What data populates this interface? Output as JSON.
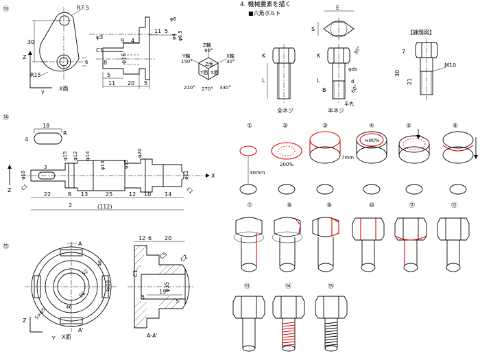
{
  "section": {
    "title": "4.  機械要素を描く",
    "subtitle": "■六角ボルト"
  },
  "bolt_views": {
    "full_thread_label": "全ネジ",
    "half_thread_label": "半ネジ",
    "assignment_label": "【課題図】",
    "dims": {
      "E": "E",
      "S": "S",
      "K": "K",
      "L": "L",
      "B": "B",
      "ds": "φds",
      "d": "d",
      "angle30": "30°",
      "angle60": "60°",
      "flat_end": "平先",
      "size7": "7",
      "size30": "30",
      "size21": "21",
      "m10": "M10"
    }
  },
  "steps": {
    "circled": [
      "①",
      "②",
      "③",
      "④",
      "⑤",
      "⑥",
      "⑦",
      "⑧",
      "⑨",
      "⑩",
      "⑪",
      "⑫",
      "⑬",
      "⑭",
      "⑮"
    ],
    "note_200": "200%",
    "note_80": "≒80%",
    "note_7mm": "7mm",
    "note_30mm": "30mm"
  },
  "fig13": {
    "number": "⑬",
    "labels": {
      "r75": "R7.5",
      "r15": "R15",
      "d30": "30",
      "d6": "6",
      "z": "Z",
      "y": "Y",
      "x_face": "X面",
      "phi3": "φ3",
      "c1": "C1",
      "phi16": "φ16",
      "phi6": "φ6",
      "phi4": "φ4",
      "phi65": "φ6.5",
      "d9": "9",
      "d4": "4",
      "d5": "5",
      "d11": "11",
      "d8": "8",
      "d5b": "5",
      "d11b": "11",
      "d20": "20",
      "d5c": "5"
    },
    "axis": {
      "z_axis": "Z軸",
      "z_deg": "90°",
      "y_axis": "Y軸",
      "y_deg": "150°",
      "x_axis": "X軸",
      "x_deg": "30°",
      "z_face": "Z面",
      "y_face": "Y面",
      "x_face": "X面",
      "d210": "210°",
      "d270": "270°",
      "d330": "330°"
    }
  },
  "fig14": {
    "number": "⑭",
    "labels": {
      "d18": "18",
      "d4": "4",
      "r": "R",
      "phi10": "φ10",
      "d3": "3",
      "c1a": "C1",
      "c1b": "C1",
      "phi15a": "φ15",
      "phi12a": "φ12",
      "phi14": "φ14",
      "phi13": "φ13",
      "phi15b": "φ15",
      "phi20": "φ20",
      "phi12b": "φ12",
      "s22": "22",
      "s8": "8",
      "s13": "13",
      "s25": "25",
      "s12": "12",
      "s10": "10",
      "s14": "14",
      "d2": "2",
      "total": "(112)",
      "x": "X",
      "z": "Z"
    }
  },
  "fig15": {
    "number": "⑮",
    "labels": {
      "a1": "A",
      "a2": "A'",
      "d46a": "46",
      "d46b": "46",
      "d52": "52",
      "d56": "56",
      "d4x10": "4x10",
      "s2": "S×φ5",
      "z": "Z",
      "y": "Y",
      "x_face": "X面",
      "s12": "12",
      "s6": "6",
      "s20": "20",
      "c5": "C5",
      "c2": "C2",
      "c1": "C1",
      "phi35": "φ35",
      "s19": "19",
      "s5a": "5",
      "s5b": "5",
      "section": "A-A'"
    }
  }
}
